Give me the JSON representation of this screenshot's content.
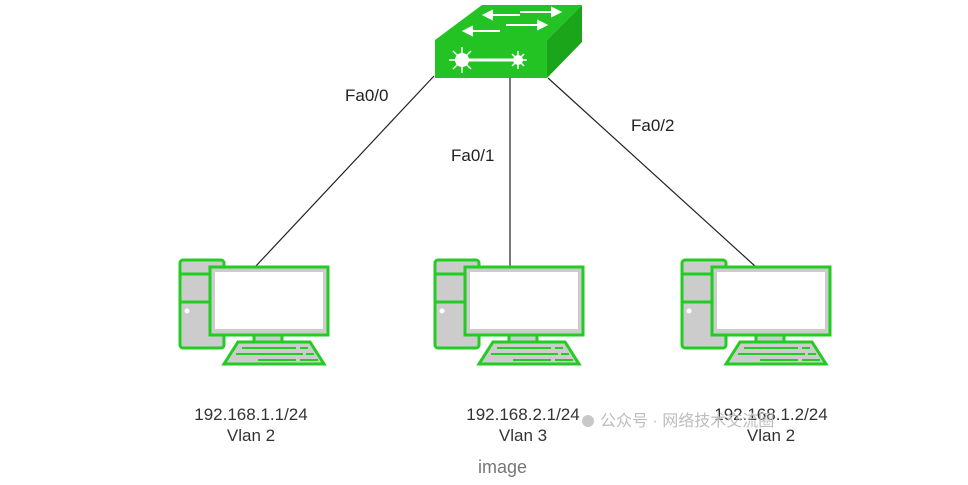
{
  "diagram": {
    "switch": {
      "name": "switch",
      "color": "#22cc22"
    },
    "links": [
      {
        "port": "Fa0/0",
        "host_index": 0
      },
      {
        "port": "Fa0/1",
        "host_index": 1
      },
      {
        "port": "Fa0/2",
        "host_index": 2
      }
    ],
    "hosts": [
      {
        "ip": "192.168.1.1/24",
        "vlan": "Vlan 2"
      },
      {
        "ip": "192.168.2.1/24",
        "vlan": "Vlan 3"
      },
      {
        "ip": "192.168.1.2/24",
        "vlan": "Vlan 2"
      }
    ],
    "colors": {
      "device_outline": "#22cc22",
      "device_fill": "#cccccc",
      "screen": "#ffffff",
      "link": "#222222"
    }
  },
  "caption": "image",
  "watermark": "公众号 · 网络技术交流圈"
}
